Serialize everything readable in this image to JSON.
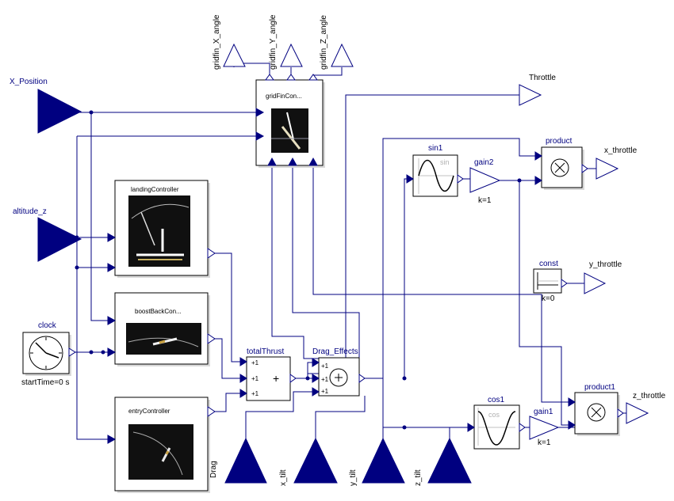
{
  "inputs": {
    "x_position": "X_Position",
    "altitude_z": "altitude_z",
    "drag": "Drag",
    "x_tilt": "x_tilt",
    "y_tilt": "y_tilt",
    "z_tilt": "z_tilt"
  },
  "outputs": {
    "gridfin_x_angle": "gridfin_X_angle",
    "gridfin_y_angle": "gridfin_Y_angle",
    "gridfin_z_angle": "gridfin_Z_angle",
    "throttle": "Throttle",
    "x_throttle": "x_throttle",
    "y_throttle": "y_throttle",
    "z_throttle": "z_throttle"
  },
  "blocks": {
    "gridfin": "gridFinCon...",
    "landing": "landingController",
    "boostback": "boostBackCon...",
    "entry": "entryController",
    "clock": "clock",
    "clock_param": "startTime=0 s",
    "total_thrust": "totalThrust",
    "drag_effects": "Drag_Effects",
    "sin1": "sin1",
    "sin_inner": "sin",
    "cos1": "cos1",
    "cos_inner": "cos",
    "gain2": "gain2",
    "gain2_param": "k=1",
    "gain1": "gain1",
    "gain1_param": "k=1",
    "product": "product",
    "product1": "product1",
    "const": "const",
    "const_param": "k=0"
  },
  "sum_signs": {
    "plus1": "+1",
    "plus2": "+1",
    "plus3": "+1",
    "plus_symbol": "+"
  },
  "colors": {
    "connector": "#000080",
    "wire": "#000080",
    "block_border": "#000000",
    "label_blue": "#000080"
  }
}
